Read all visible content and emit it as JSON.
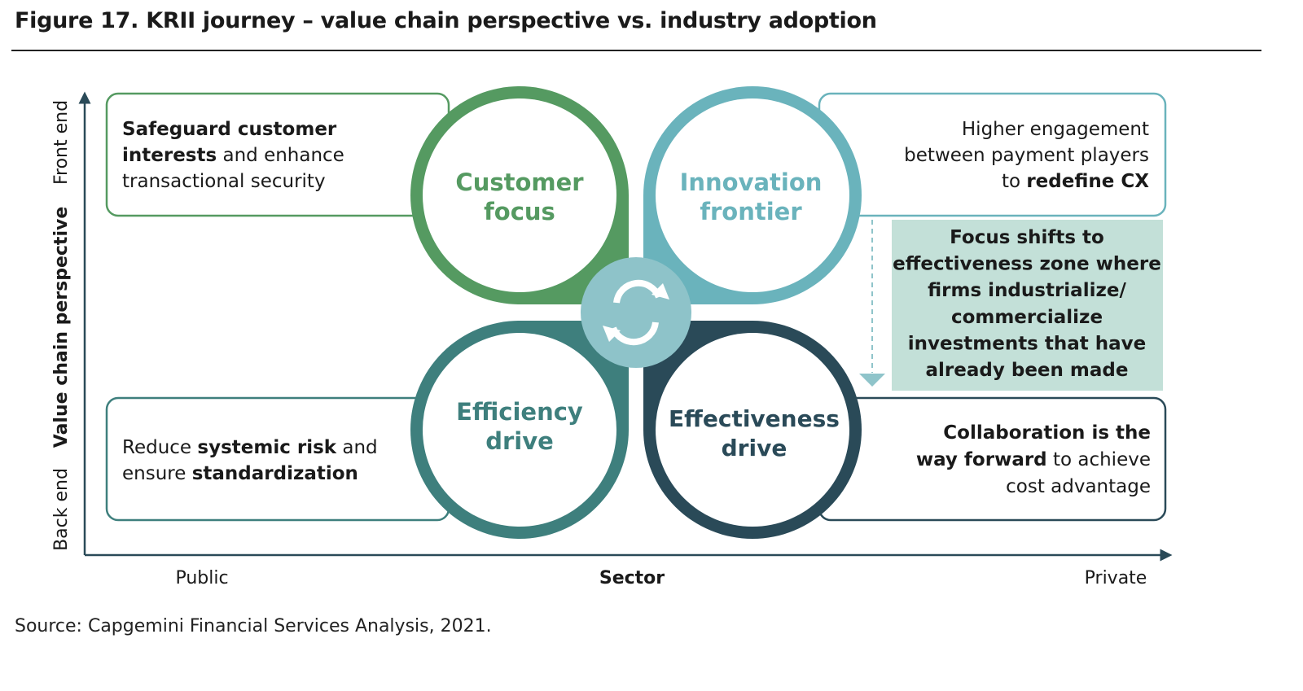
{
  "title": "Figure 17. KRII journey – value chain perspective vs. industry adoption",
  "source": "Source: Capgemini Financial Services Analysis, 2021.",
  "axes": {
    "y_label": "Value chain perspective",
    "y_top": "Front end",
    "y_bottom": "Back end",
    "x_label": "Sector",
    "x_left": "Public",
    "x_right": "Private"
  },
  "quadrants": {
    "top_left": {
      "circle_line1": "Customer",
      "circle_line2": "focus",
      "color": "#559a61",
      "box_lines": [
        [
          {
            "t": "Safeguard customer",
            "b": true
          }
        ],
        [
          {
            "t": "interests",
            "b": true
          },
          {
            "t": " and enhance",
            "b": false
          }
        ],
        [
          {
            "t": "transactional security",
            "b": false
          }
        ]
      ]
    },
    "top_right": {
      "circle_line1": "Innovation",
      "circle_line2": "frontier",
      "color": "#6ab3bc",
      "box_lines": [
        [
          {
            "t": "Higher engagement",
            "b": false
          }
        ],
        [
          {
            "t": "between payment players",
            "b": false
          }
        ],
        [
          {
            "t": "to ",
            "b": false
          },
          {
            "t": "redefine CX",
            "b": true
          }
        ]
      ]
    },
    "bottom_left": {
      "circle_line1": "Efficiency",
      "circle_line2": "drive",
      "color": "#3e7f7d",
      "box_lines": [
        [
          {
            "t": "Reduce ",
            "b": false
          },
          {
            "t": "systemic risk",
            "b": true
          },
          {
            "t": " and",
            "b": false
          }
        ],
        [
          {
            "t": "ensure ",
            "b": false
          },
          {
            "t": "standardization",
            "b": true
          }
        ]
      ]
    },
    "bottom_right": {
      "circle_line1": "Effectiveness",
      "circle_line2": "drive",
      "color": "#2a4a58",
      "box_lines": [
        [
          {
            "t": "Collaboration is the",
            "b": true
          }
        ],
        [
          {
            "t": "way forward",
            "b": true
          },
          {
            "t": " to achieve",
            "b": false
          }
        ],
        [
          {
            "t": "cost advantage",
            "b": false
          }
        ]
      ]
    }
  },
  "callout": {
    "lines": [
      "Focus shifts to",
      "effectiveness zone where",
      "firms industrialize/",
      "commercialize",
      "investments that have",
      "already been made"
    ],
    "bg": "#c3e0d8"
  },
  "colors": {
    "center_badge": "#8ec3c9",
    "axis": "#2a4a58",
    "arrow_dashed": "#8fc4ca"
  }
}
